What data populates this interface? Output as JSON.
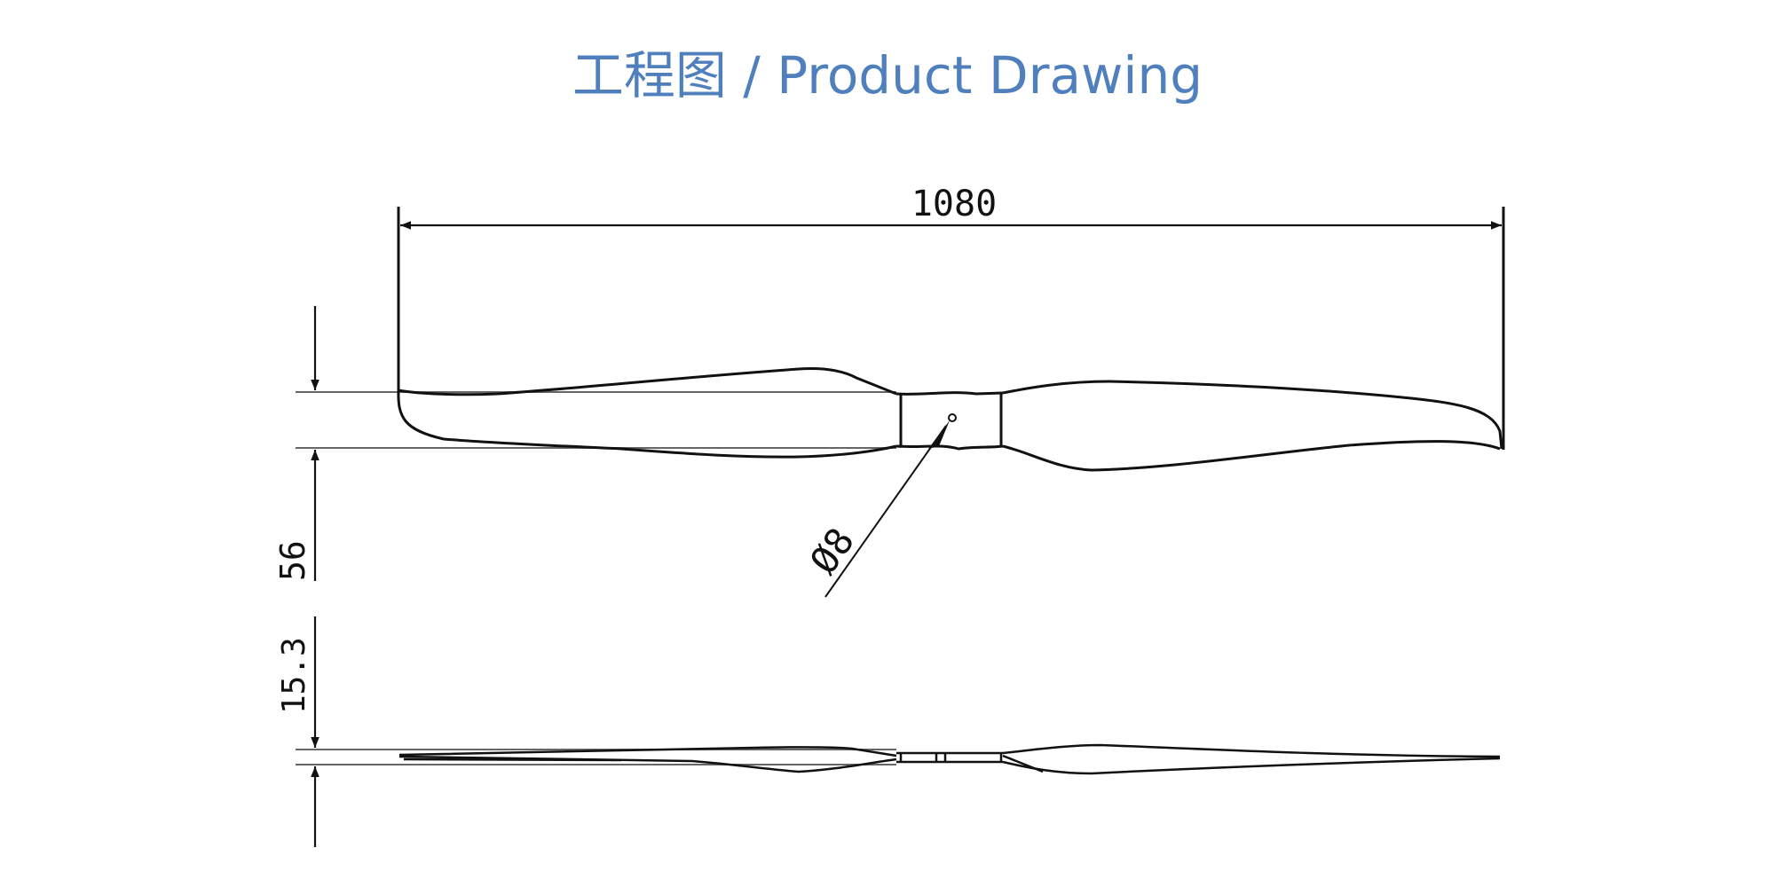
{
  "header": {
    "title": "工程图 / Product Drawing",
    "title_color": "#4f80bd"
  },
  "drawing": {
    "subject": "propeller",
    "views": [
      "top-view",
      "side-view"
    ],
    "dimensions": {
      "overall_length": "1080",
      "blade_width": "56",
      "hub_thickness": "15.3",
      "hole_diameter_symbol": "Ø",
      "hole_diameter": "8"
    },
    "line_color": "#111111"
  }
}
